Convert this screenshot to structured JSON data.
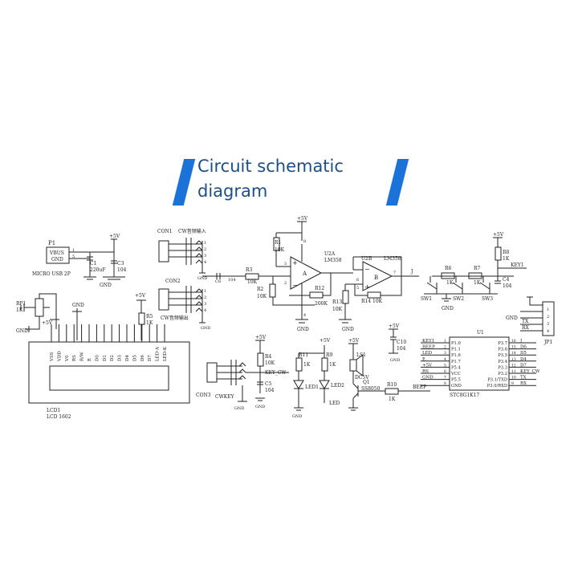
{
  "title": {
    "line1": "Circuit schematic",
    "line2": "diagram"
  },
  "colors": {
    "accent": "#1b72d8",
    "title": "#1c4f86",
    "wire": "#222222"
  },
  "usb": {
    "ref": "P1",
    "pin1": "VBUS",
    "pin2": "GND",
    "name": "MICRO USB 2P",
    "pin_no1": "1",
    "pin_no2": "5"
  },
  "caps": {
    "c1": "C1",
    "c1_val": "220uF",
    "c3": "C3",
    "c3_val": "104",
    "c4": "C4",
    "c4_val": "104",
    "c5": "C5",
    "c5_val": "104",
    "c8": "C8",
    "c8_val": "104",
    "c10": "C10",
    "c10_val": "104"
  },
  "power": {
    "vcc": "+5V",
    "gnd": "GND"
  },
  "audio": {
    "con1": "CON1",
    "con1_desc": "CW音频输入",
    "con2": "CON2",
    "con2_desc": "CW音频输出",
    "con3": "CON3",
    "cwkey": "CWKEY"
  },
  "resistors": {
    "r1": "R1",
    "r1_val": "10K",
    "r2": "R2",
    "r2_val": "10K",
    "r3": "R3",
    "r3_val": "10K",
    "r4": "R4",
    "r4_val": "10K",
    "r5": "R5",
    "r5_val": "1K",
    "r6": "R6",
    "r6_val": "1K",
    "r7": "R7",
    "r7_val": "1K",
    "r8": "R8",
    "r8_val": "1K",
    "r9": "R9",
    "r9_val": "1K",
    "r10": "R10",
    "r10_val": "1K",
    "r11": "R11",
    "r11_val": "1K",
    "r12": "R12",
    "r12_val": "200K",
    "r13": "R13",
    "r13_val": "10K",
    "r14": "R14",
    "r14_val": "10K",
    "rp1": "RP1",
    "rp1_val": "1K"
  },
  "opamps": {
    "u2a": "U2A",
    "u2a_part": "LM358",
    "u2a_unit": "A",
    "u2b": "U2B",
    "u2b_part": "LM358",
    "u2b_unit": "B"
  },
  "switches": {
    "sw1": "SW1",
    "sw2": "SW2",
    "sw3": "SW3",
    "key1": "KEY1"
  },
  "jp1": {
    "ref": "JP1",
    "tx": "TX",
    "rx": "RX",
    "pins": [
      "1",
      "2",
      "3",
      "4"
    ]
  },
  "lcd": {
    "ref": "LCD1",
    "part": "LCD 1602",
    "pins": [
      "VSS",
      "VDD",
      "V0",
      "RS",
      "R/W",
      "E",
      "D0",
      "D1",
      "D2",
      "D3",
      "D4",
      "D5",
      "D6",
      "D7",
      "LED-A",
      "LED-K"
    ]
  },
  "leds": {
    "led1": "LED1",
    "led2": "LED2"
  },
  "buzzer": {
    "ls": "LS1",
    "type": "DC5V",
    "q": "Q1",
    "q_part": "SS8050",
    "beep": "BEEP"
  },
  "mcu": {
    "ref": "U1",
    "part": "STC8G1K17",
    "left_nets": [
      "KEY1",
      "BEEP",
      "LED",
      "E",
      "+5V",
      "RS",
      "GND"
    ],
    "left_nums": [
      "1",
      "2",
      "3",
      "4",
      "5",
      "6",
      "7",
      "8"
    ],
    "left_pins": [
      "P1.0",
      "P1.1",
      "P1.6",
      "P1.7",
      "P5.4",
      "VCC",
      "P5.5",
      "GND"
    ],
    "right_pins": [
      "P3.7",
      "P3.6",
      "P3.5",
      "P3.4",
      "P3.3",
      "P3.2",
      "P3.1/TXD",
      "P3.0/RXD"
    ],
    "right_nums": [
      "16",
      "15",
      "14",
      "13",
      "12",
      "11",
      "10",
      "9"
    ],
    "right_nets": [
      "J",
      "D6",
      "D5",
      "D4",
      "D7",
      "KEY_CW",
      "TX",
      "RX"
    ]
  },
  "nets": {
    "key_cw": "KEY_CW",
    "j": "J",
    "led": "LED"
  }
}
